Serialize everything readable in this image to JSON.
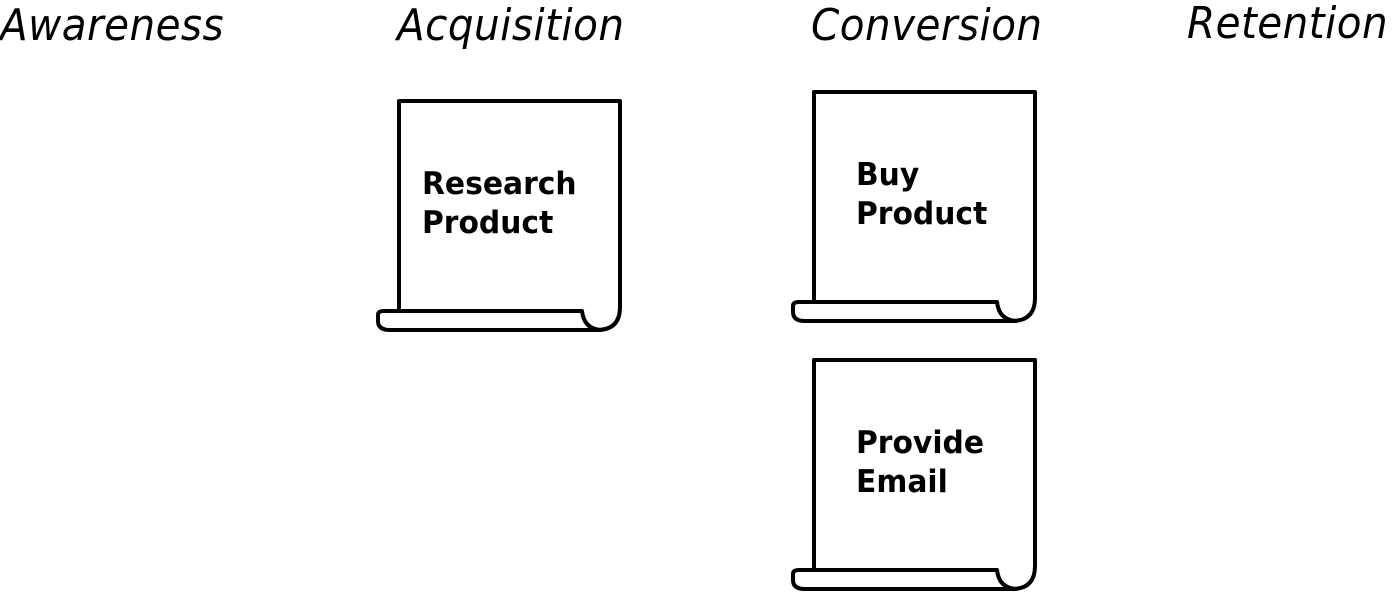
{
  "columns": {
    "awareness": "Awareness",
    "acquisition": "Acquisition",
    "conversion": "Conversion",
    "retention": "Retention"
  },
  "notes": {
    "research_product": {
      "line1": "Research",
      "line2": "Product"
    },
    "buy_product": {
      "line1": "Buy",
      "line2": "Product"
    },
    "provide_email": {
      "line1": "Provide",
      "line2": "Email"
    }
  },
  "colors": {
    "stroke": "#000000",
    "background": "#ffffff"
  }
}
